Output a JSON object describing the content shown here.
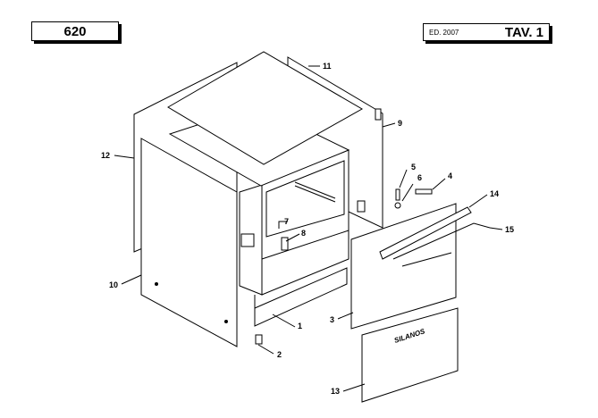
{
  "header": {
    "model": "620",
    "edition": "ED. 2007",
    "table": "TAV. 1"
  },
  "brand_text": "SILANOS",
  "part_numbers": [
    "1",
    "2",
    "3",
    "4",
    "5",
    "6",
    "7",
    "8",
    "9",
    "10",
    "11",
    "12",
    "13",
    "14",
    "15"
  ]
}
